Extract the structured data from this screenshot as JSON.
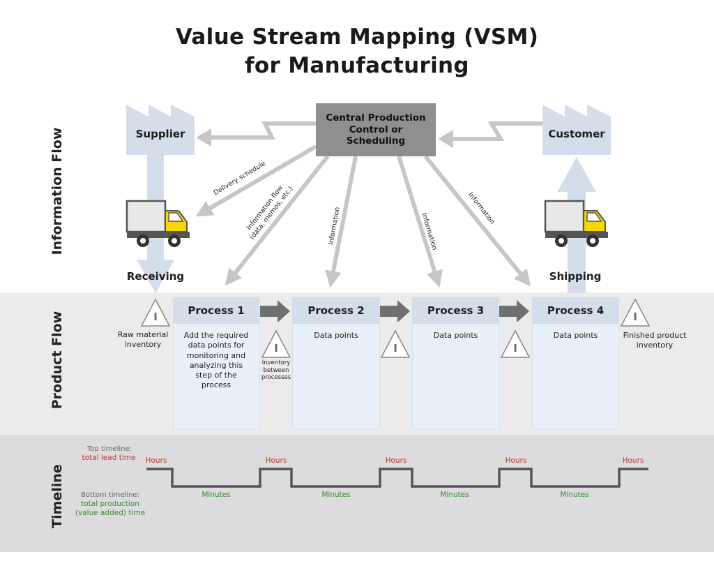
{
  "title": {
    "line1": "Value Stream Mapping (VSM)",
    "line2": "for Manufacturing"
  },
  "sections": {
    "information_flow": "Information Flow",
    "product_flow": "Product Flow",
    "timeline": "Timeline"
  },
  "nodes": {
    "supplier": "Supplier",
    "customer": "Customer",
    "central_line1": "Central Production",
    "central_line2": "Control or",
    "central_line3": "Scheduling",
    "receiving": "Receiving",
    "shipping": "Shipping"
  },
  "info_arrows": {
    "delivery": "Delivery schedule",
    "info_flow_line1": "Information flow",
    "info_flow_line2": "(data, memos, etc.)",
    "info_a": "Information",
    "info_b": "Information",
    "info_c": "Information"
  },
  "processes": [
    {
      "name": "Process 1",
      "text": "Add the required data points for monitoring and analyzing this step of the process"
    },
    {
      "name": "Process 2",
      "text": "Data points"
    },
    {
      "name": "Process 3",
      "text": "Data points"
    },
    {
      "name": "Process 4",
      "text": "Data points"
    }
  ],
  "inventory": {
    "symbol": "I",
    "raw_line1": "Raw material",
    "raw_line2": "inventory",
    "between_line1": "Inventory",
    "between_line2": "between",
    "between_line3": "processes",
    "finished_line1": "Finished product",
    "finished_line2": "inventory"
  },
  "timeline": {
    "top_label": "Top timeline:",
    "top_value": "total lead time",
    "bottom_label": "Bottom timeline:",
    "bottom_value_line1": "total production",
    "bottom_value_line2": "(value added) time",
    "hours": "Hours",
    "minutes": "Minutes"
  },
  "colors": {
    "light_blue": "#d4deea",
    "arrow_gray": "#c6c6c6",
    "dark_gray": "#707070",
    "truck_yellow": "#f5d800",
    "hours_red": "#c9342c",
    "minutes_green": "#3a8a2c"
  }
}
